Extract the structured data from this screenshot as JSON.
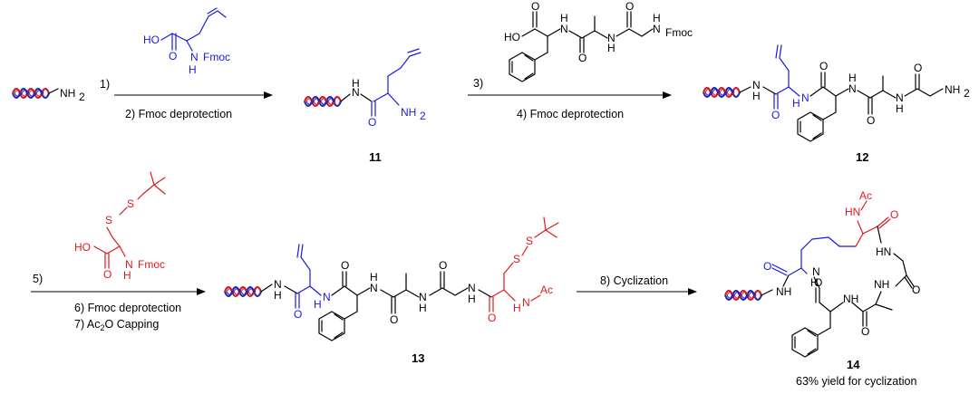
{
  "colors": {
    "black": "#000000",
    "blue": "#1a1adf",
    "red": "#e0191e",
    "dna_blue": "#2a2aa8",
    "dna_red": "#c8202a"
  },
  "labels": {
    "nh2": "NH",
    "sub2": "2",
    "ho": "HO",
    "nh": "NH",
    "hn": "HN",
    "n": "N",
    "h": "H",
    "o": "O",
    "s": "S",
    "fmoc": "Fmoc",
    "ac": "Ac",
    "nhfmoc": "N",
    "nhac": "N"
  },
  "steps": {
    "s1": "1)",
    "s2": "2) Fmoc deprotection",
    "s3": "3)",
    "s4": "4) Fmoc deprotection",
    "s5": "5)",
    "s6": "6) Fmoc deprotection",
    "s7a": "7) Ac",
    "s7sub": "2",
    "s7b": "O Capping",
    "s8": "8) Cyclization"
  },
  "compounds": {
    "c11": "11",
    "c12": "12",
    "c13": "13",
    "c14": "14",
    "yield": "63% yield for cyclization"
  }
}
